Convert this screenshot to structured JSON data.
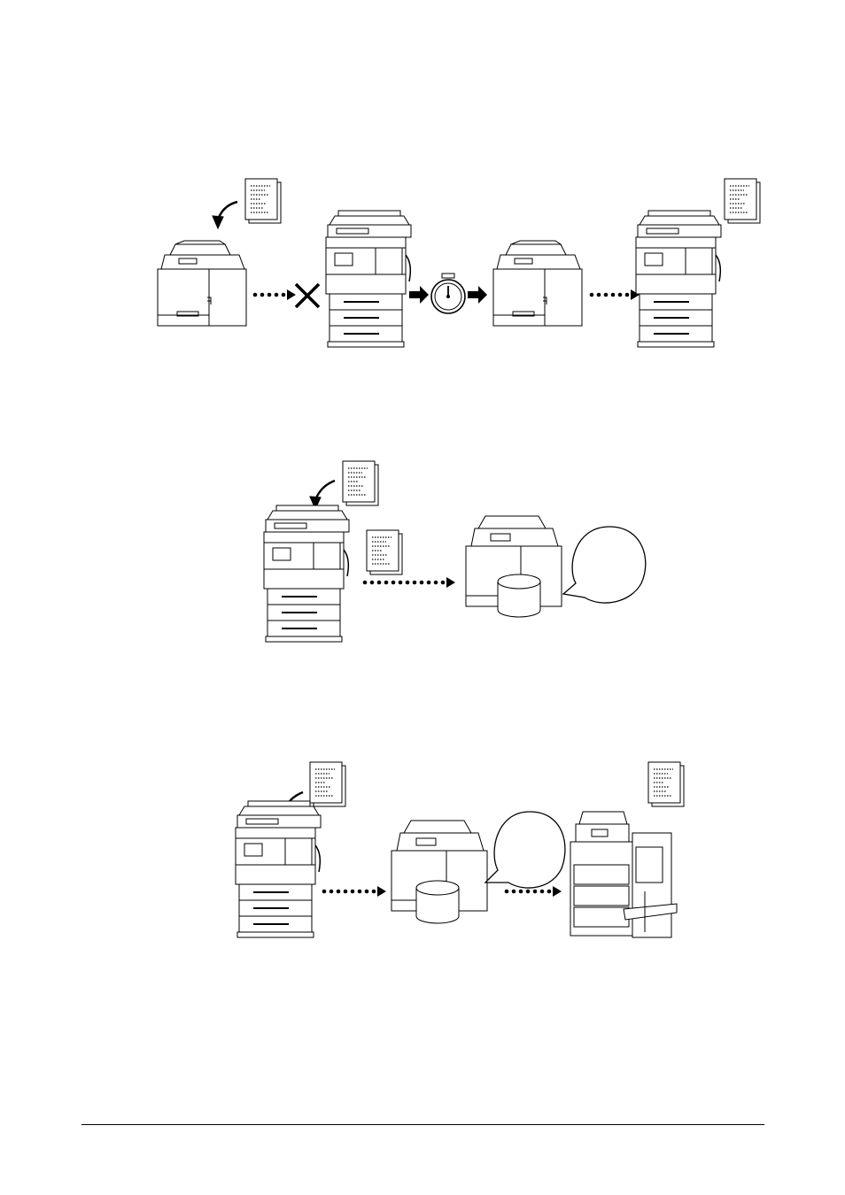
{
  "colors": {
    "line": "#000000",
    "fill": "#ffffff"
  },
  "icons": {
    "document": "document-icon",
    "small_mfp": "compact-color-mfp-icon",
    "large_mfp": "large-mfp-icon",
    "production_mfp": "finisher-mfp-icon",
    "timer": "stopwatch-icon",
    "fail": "x-mark-icon",
    "storage": "hard-disk-icon",
    "speech": "speech-bubble-icon",
    "flow": "dotted-arrow-icon"
  },
  "diagrams": [
    {
      "sequence": [
        "document",
        "small_mfp",
        "flow",
        "fail",
        "arrow",
        "timer",
        "arrow",
        "small_mfp",
        "flow",
        "large_mfp",
        "document"
      ]
    },
    {
      "sequence": [
        "document",
        "large_mfp",
        "document",
        "flow",
        "small_mfp",
        "storage",
        "speech"
      ]
    },
    {
      "sequence": [
        "document",
        "large_mfp",
        "flow",
        "small_mfp",
        "storage",
        "speech",
        "flow",
        "production_mfp",
        "document"
      ]
    }
  ]
}
